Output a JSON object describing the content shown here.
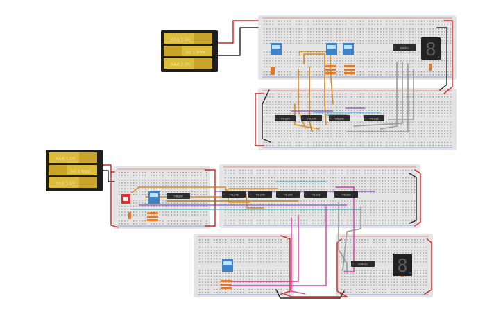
{
  "circuit": {
    "batteries": [
      {
        "cells": [
          "AAA 1.5V",
          "AAA 1.5V",
          "AAA 1.5V"
        ],
        "middle_flipped": true
      },
      {
        "cells": [
          "AAA 1.5V",
          "AAA 1.5V",
          "AAA 1.5V"
        ],
        "middle_flipped": true
      }
    ],
    "chips": {
      "top_main": [
        "CD4511"
      ],
      "top_lower": [
        "74LS76",
        "74LS76",
        "74LS08",
        "74LS32"
      ],
      "mid_left": [
        "74LS04"
      ],
      "mid_right": [
        "74LS76",
        "74LS76",
        "74LS08",
        "74LS32",
        "74LS08"
      ],
      "bottom_right": [
        "CD4511"
      ]
    },
    "displays": [
      "7-segment",
      "7-segment"
    ],
    "display_digit": "8",
    "colors": {
      "board": "#e4e4e4",
      "hole": "#8a8a8a",
      "rail_red": "#e03030",
      "rail_blue": "#3a5cc7",
      "battery_body": "#caa42a",
      "battery_label": "#f3e6a0",
      "chip": "#2b2b2b",
      "dip_switch": "#3f82c5",
      "display": "#222222",
      "wire_red": "#d62020",
      "wire_black": "#222222",
      "wire_orange": "#d98a1e",
      "wire_gray": "#9a9a9a",
      "wire_purple": "#8c4fc6",
      "wire_cyan": "#3ab8d0",
      "wire_pink": "#d23fa8"
    }
  }
}
